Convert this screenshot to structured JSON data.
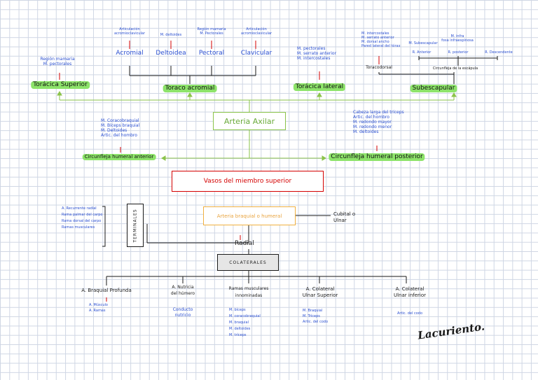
{
  "axilar": {
    "title": "Arteria Axilar",
    "toracica_superior": {
      "label": "Torácica Superior",
      "notes": [
        "Región mamaria",
        "M. pectorales"
      ]
    },
    "toraco_acromial": {
      "label": "Toraco acromial",
      "branches": [
        {
          "label": "Acromial",
          "notes": [
            "Articulación",
            "acromioclavicular"
          ]
        },
        {
          "label": "Deltoidea",
          "notes": [
            "M. deltoides"
          ]
        },
        {
          "label": "Pectoral",
          "notes": [
            "Región mamaria",
            "M. Pectorales"
          ]
        },
        {
          "label": "Clavicular",
          "notes": [
            "Articulación",
            "acromioclavicular"
          ]
        }
      ]
    },
    "toracica_lateral": {
      "label": "Torácica lateral",
      "notes": [
        "M. pectorales",
        "M. serrato anterior",
        "M. intercostales"
      ]
    },
    "subescapular": {
      "label": "Subescapular",
      "toracodorsal": {
        "label": "Toracodorsal",
        "notes": [
          "M. intercostales",
          "M. serrato anterior",
          "M. dorsal ancho",
          "Pared lateral del tórax"
        ]
      },
      "circunfleja_escapula": {
        "label": "Circunfleja de la escápula",
        "branches": [
          {
            "label": "R. Anterior",
            "notes": [
              "M. Subescapular"
            ]
          },
          {
            "label": "R. posterior",
            "notes": [
              "M. infra",
              "fosa infraespinosa"
            ]
          },
          {
            "label": "R. Descendente",
            "notes": []
          }
        ]
      }
    },
    "circunfleja_anterior": {
      "label": "Circunfleja humeral anterior",
      "notes": [
        "M. Coracobraquial",
        "M. Bíceps braquial",
        "M. Deltoides",
        "Artic. del hombro"
      ]
    },
    "circunfleja_posterior": {
      "label": "Circunfleja humeral posterior",
      "notes": [
        "Cabeza larga del tríceps",
        "Artic. del hombro",
        "M. redondo mayor",
        "M. redondo menor",
        "M. deltoides"
      ]
    }
  },
  "main_title": "Vasos del miembro superior",
  "braquial": {
    "title": "Arteria braquial o humeral",
    "cubital": "Cubital o Ulnar",
    "radial": "Radial",
    "terminales": {
      "label": "TERMINALES",
      "notes": [
        "A. Recurrente radial",
        "Rama palmar del carpo",
        "Rama dorsal del carpo",
        "Ramas musculares"
      ]
    },
    "colaterales": {
      "label": "COLATERALES",
      "items": [
        {
          "title": [
            "A. Braquial Profunda"
          ],
          "notes": [
            "A. Músculo",
            "A. Ramas"
          ]
        },
        {
          "title": [
            "A. Nutricia",
            "del húmero"
          ],
          "notes": [
            "Conducto",
            "nutricio"
          ]
        },
        {
          "title": [
            "Ramas musculares",
            "innominadas"
          ],
          "notes": [
            "M. bíceps",
            "M. coracobraquial",
            "M. braquial",
            "M. deltoides",
            "M. tríceps"
          ]
        },
        {
          "title": [
            "A. Colateral",
            "Ulnar Superior"
          ],
          "notes": [
            "M. Braquial",
            "M. Tríceps",
            "Artic. del codo"
          ]
        },
        {
          "title": [
            "A. Colateral",
            "Ulnar inferior"
          ],
          "notes": [
            "Artic. del codo"
          ]
        }
      ]
    }
  },
  "signature": "Lacuriento.",
  "colors": {
    "green_line": "#8bc34a",
    "highlight": "#8de36a",
    "red_box": "#d40000",
    "orange_box": "#f0b040",
    "ink_blue": "#2a4fd1"
  }
}
